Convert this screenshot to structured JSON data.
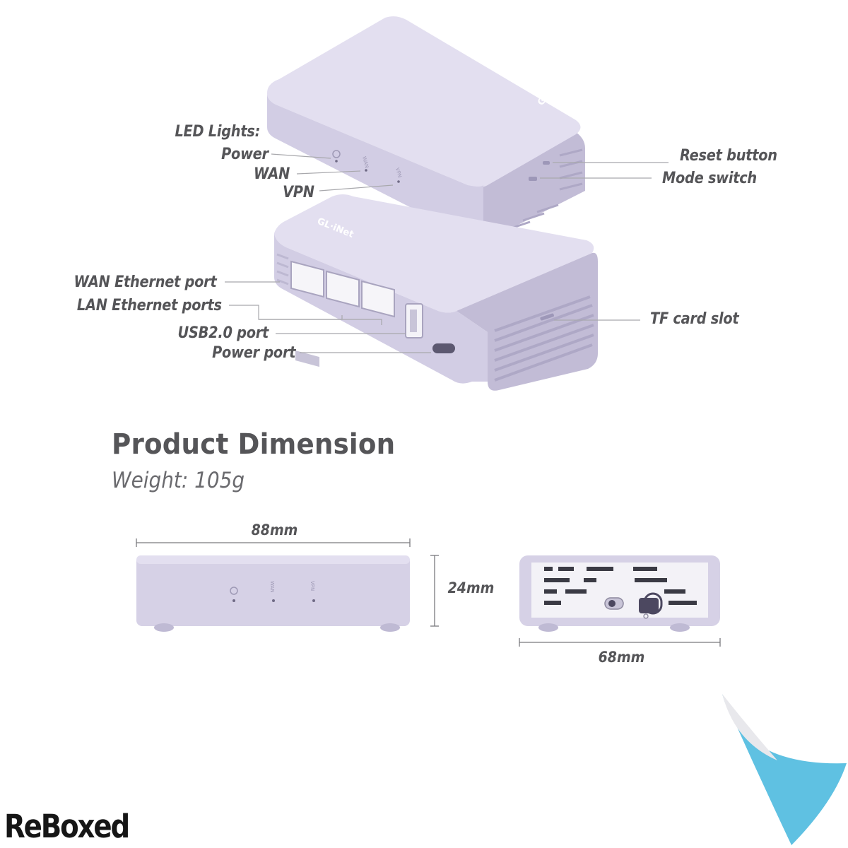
{
  "callouts": {
    "led_lights": "LED Lights:",
    "power": "Power",
    "wan": "WAN",
    "vpn": "VPN",
    "reset_button": "Reset button",
    "mode_switch": "Mode switch",
    "wan_ethernet_port": "WAN Ethernet port",
    "lan_ethernet_ports": "LAN Ethernet ports",
    "usb_port": "USB2.0 port",
    "power_port": "Power port",
    "tf_card_slot": "TF card slot"
  },
  "device": {
    "brand_mark": "GL·iNet",
    "led_labels": [
      "WAN",
      "VPN"
    ]
  },
  "dimensions": {
    "title": "Product Dimension",
    "weight": "Weight: 105g",
    "length": "88mm",
    "height": "24mm",
    "width": "68mm"
  },
  "branding": {
    "name": "ReBoxed"
  },
  "colors": {
    "device_body": "#d6d1e6",
    "device_top": "#e3dff0",
    "label_text": "#555558",
    "corner_blue": "#5fc1e2"
  }
}
